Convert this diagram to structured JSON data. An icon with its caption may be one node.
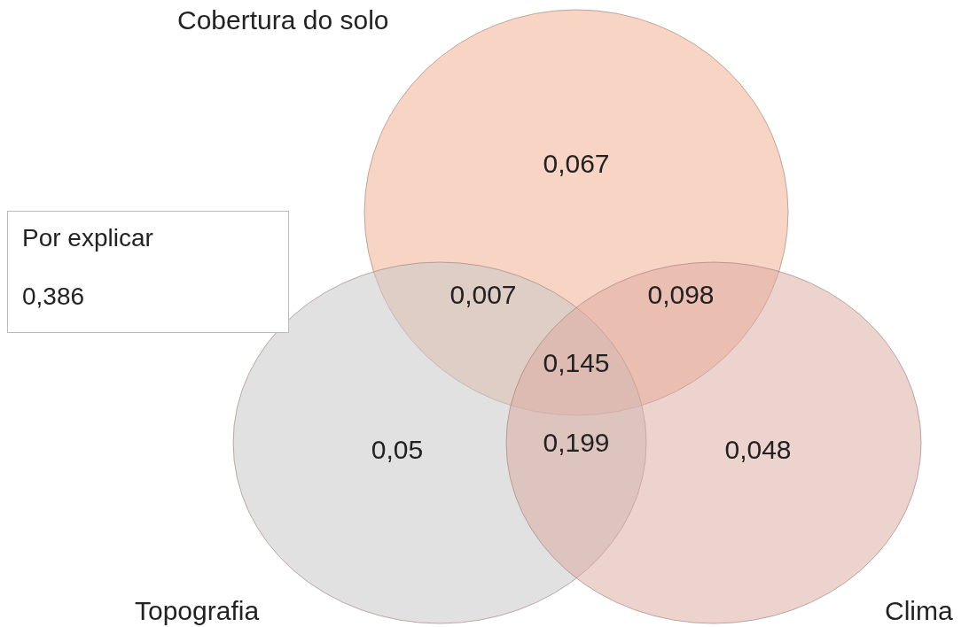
{
  "diagram": {
    "nodes": [
      {
        "text": [
          "Cobertura do solo"
        ]
      },
      {
        "text": [
          "Topografia"
        ]
      },
      {
        "text": [
          "Clima"
        ]
      },
      {
        "text": [
          "Por explicar",
          "0,386"
        ]
      }
    ],
    "labels": [
      "0,067",
      "0,007",
      "0,098",
      "0,145",
      "0,05",
      "0,199",
      "0,048"
    ]
  }
}
